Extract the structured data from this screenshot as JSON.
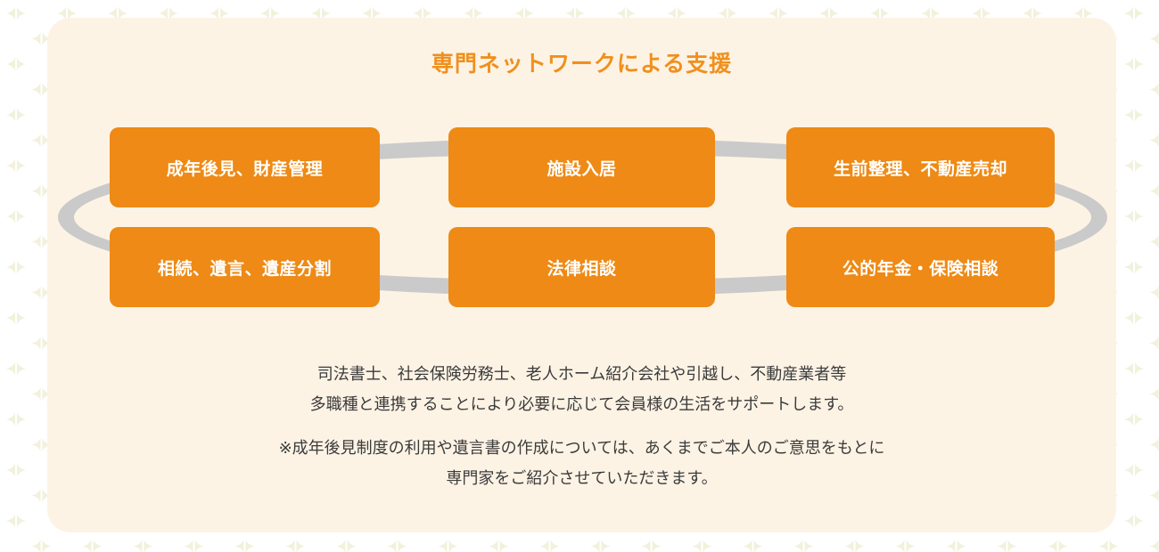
{
  "title": "専門ネットワークによる支援",
  "nodes": [
    {
      "label": "成年後見、財産管理"
    },
    {
      "label": "施設入居"
    },
    {
      "label": "生前整理、不動産売却"
    },
    {
      "label": "相続、遺言、遺産分割"
    },
    {
      "label": "法律相談"
    },
    {
      "label": "公的年金・保険相談"
    }
  ],
  "description": {
    "line1": "司法書士、社会保険労務士、老人ホーム紹介会社や引越し、不動産業者等",
    "line2": "多職種と連携することにより必要に応じて会員様の生活をサポートします。"
  },
  "note": {
    "line1": "※成年後見制度の利用や遺言書の作成については、あくまでご本人のご意思をもとに",
    "line2": "専門家をご紹介させていただきます。"
  },
  "colors": {
    "accent_orange": "#ee8a15",
    "title_orange": "#f0901d",
    "panel_background": "#fdf3e5",
    "connector_gray": "#cacaca",
    "body_text": "#3b3b3b",
    "pattern_sparkle": "#f2f1dc",
    "outer_background": "#ffffff"
  }
}
